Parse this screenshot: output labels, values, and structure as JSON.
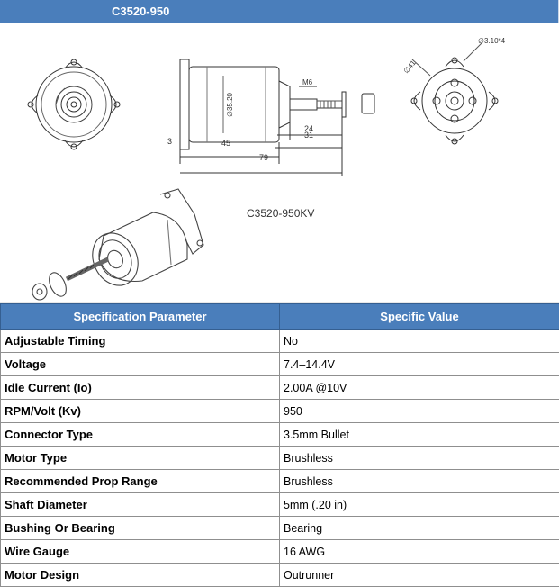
{
  "header": {
    "title": "C3520-950"
  },
  "drawing": {
    "model_label": "C3520-950KV",
    "dims": {
      "hole": "∅3.10*4",
      "bolt_circle": "∅41",
      "diameter": "∅35.20",
      "thread": "M6",
      "d24": "24",
      "d3": "3",
      "d45": "45",
      "d31": "31",
      "d79": "79"
    }
  },
  "table": {
    "headers": {
      "param": "Specification Parameter",
      "value": "Specific Value"
    },
    "rows": [
      {
        "param": "Adjustable Timing",
        "value": "No"
      },
      {
        "param": "Voltage",
        "value": "7.4–14.4V"
      },
      {
        "param": "Idle Current (Io)",
        "value": "2.00A @10V"
      },
      {
        "param": "RPM/Volt (Kv)",
        "value": "950"
      },
      {
        "param": "Connector Type",
        "value": "3.5mm Bullet"
      },
      {
        "param": "Motor Type",
        "value": "Brushless"
      },
      {
        "param": "Recommended Prop Range",
        "value": "Brushless"
      },
      {
        "param": "Shaft Diameter",
        "value": "5mm (.20 in)"
      },
      {
        "param": "Bushing Or Bearing",
        "value": "Bearing"
      },
      {
        "param": "Wire Gauge",
        "value": "16 AWG"
      },
      {
        "param": "Motor Design",
        "value": "Outrunner"
      }
    ]
  }
}
